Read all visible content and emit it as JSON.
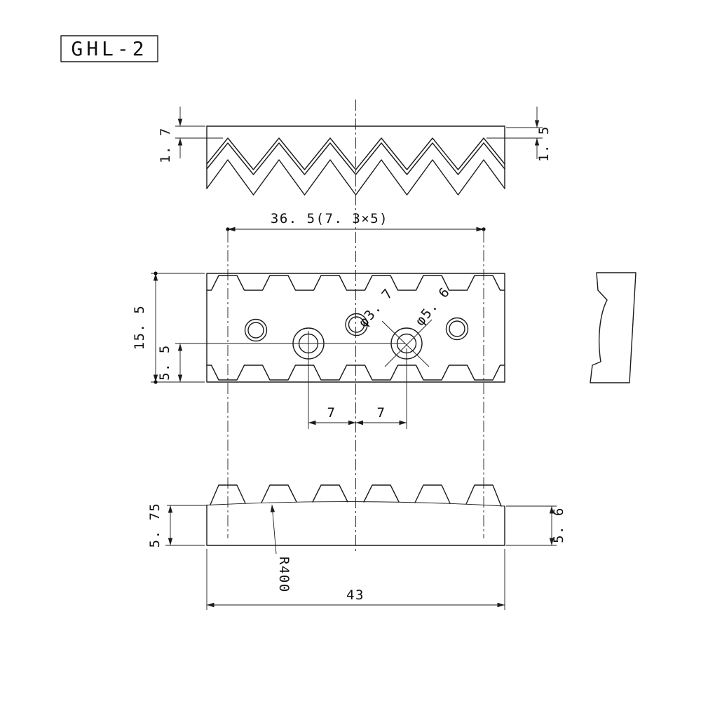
{
  "title": "GHL-2",
  "drawing": {
    "front_view": {
      "dim_top_left": "1. 7",
      "dim_top_right": "1. 5"
    },
    "plan_view": {
      "dim_width": "36. 5(7. 3×5)",
      "dim_height": "15. 5",
      "dim_center_offset": "5. 5",
      "dim_hole_small": "φ3. 7",
      "dim_hole_large": "φ5. 6",
      "dim_pitch_left": "7",
      "dim_pitch_right": "7"
    },
    "bottom_view": {
      "dim_height_left": "5. 75",
      "dim_height_right": "5. 6",
      "dim_radius": "R400",
      "dim_width": "43"
    }
  }
}
